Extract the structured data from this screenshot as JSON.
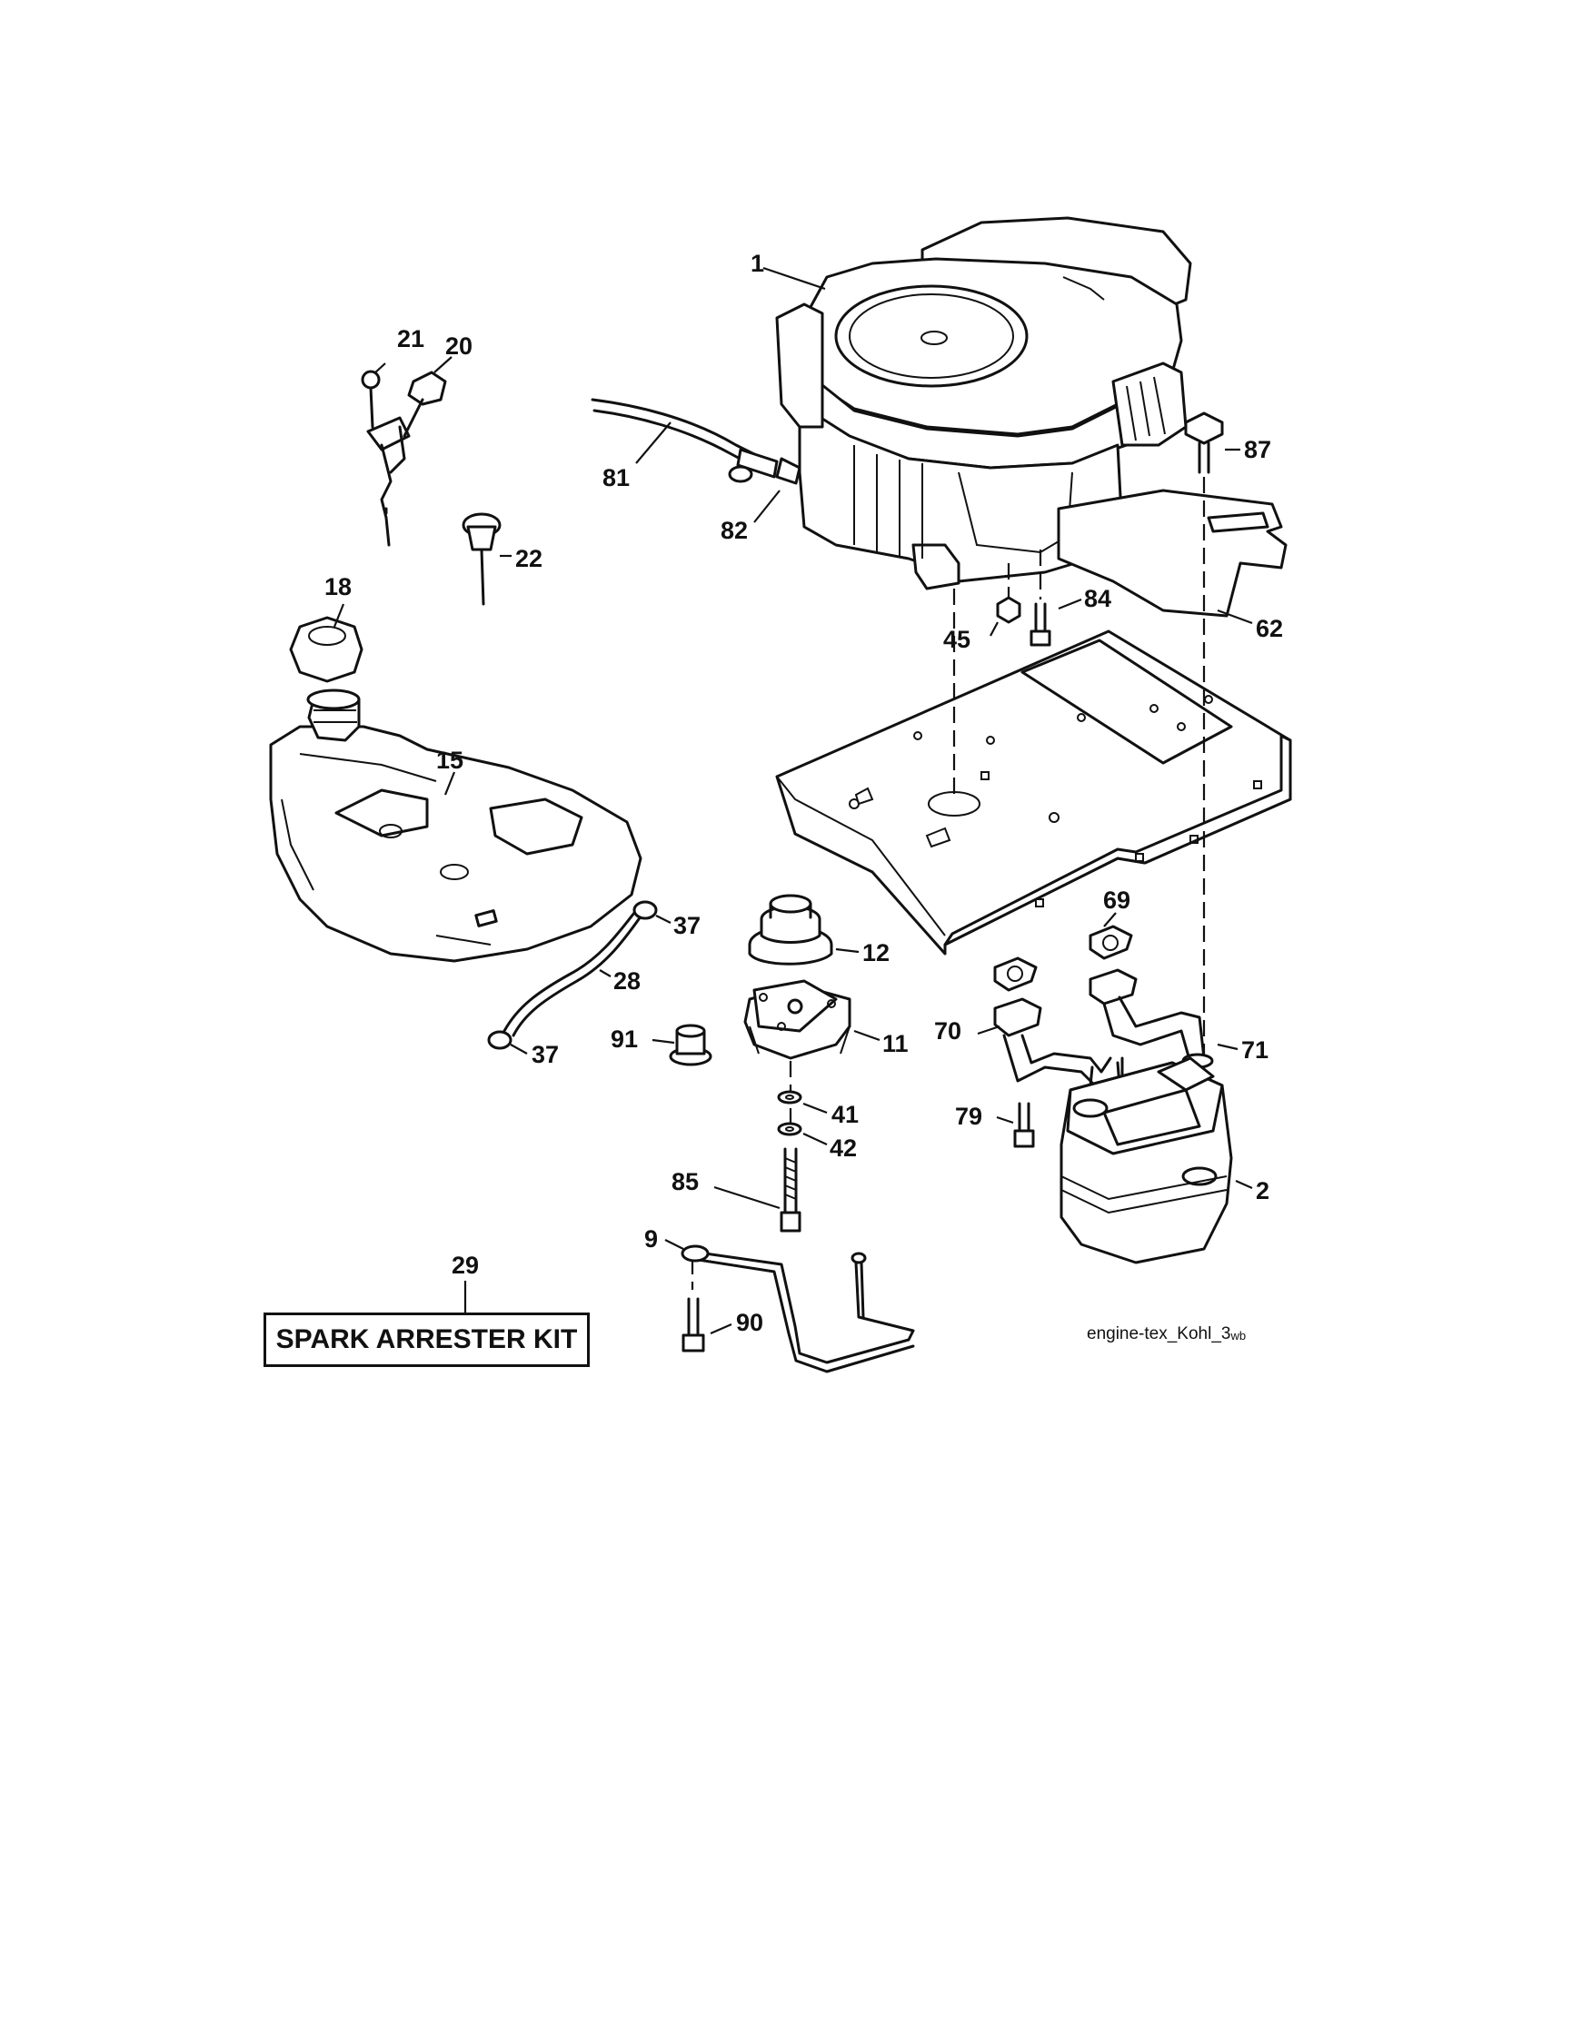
{
  "parts": [
    {
      "id": "1"
    },
    {
      "id": "2"
    },
    {
      "id": "9"
    },
    {
      "id": "11"
    },
    {
      "id": "12"
    },
    {
      "id": "15"
    },
    {
      "id": "18"
    },
    {
      "id": "20"
    },
    {
      "id": "21"
    },
    {
      "id": "22"
    },
    {
      "id": "28"
    },
    {
      "id": "29"
    },
    {
      "id": "37"
    },
    {
      "id": "37"
    },
    {
      "id": "41"
    },
    {
      "id": "42"
    },
    {
      "id": "45"
    },
    {
      "id": "62"
    },
    {
      "id": "69"
    },
    {
      "id": "70"
    },
    {
      "id": "71"
    },
    {
      "id": "79"
    },
    {
      "id": "81"
    },
    {
      "id": "82"
    },
    {
      "id": "84"
    },
    {
      "id": "85"
    },
    {
      "id": "87"
    },
    {
      "id": "90"
    },
    {
      "id": "91"
    }
  ],
  "kit_label": "SPARK ARRESTER KIT",
  "drawing_code": {
    "main": "engine-tex_Kohl_3",
    "suffix": "wb"
  }
}
